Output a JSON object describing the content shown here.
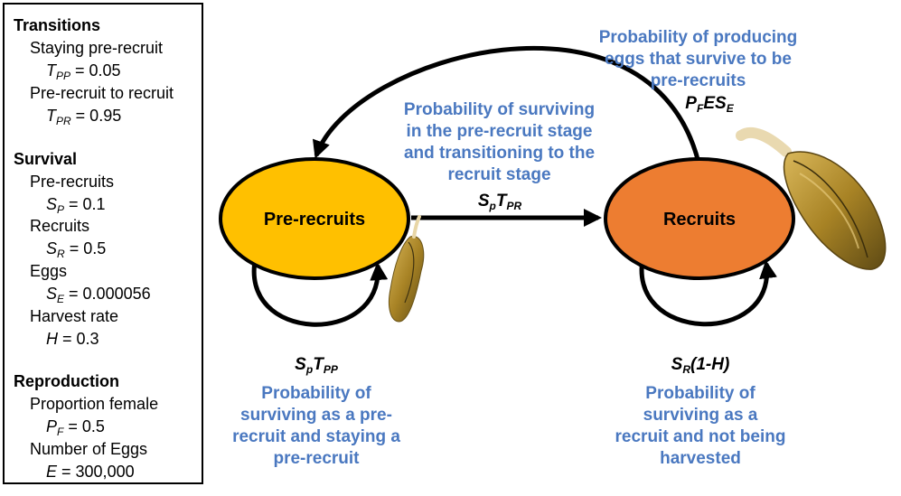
{
  "parameters": {
    "transitions": {
      "heading": "Transitions",
      "staying_label": "Staying pre-recruit",
      "staying_eq": {
        "sym": "T",
        "sub": "PP",
        "rest": " = 0.05"
      },
      "to_recruit_label": "Pre-recruit to recruit",
      "to_recruit_eq": {
        "sym": "T",
        "sub": "PR",
        "rest": " = 0.95"
      }
    },
    "survival": {
      "heading": "Survival",
      "prerecruits_label": "Pre-recruits",
      "prerecruits_eq": {
        "sym": "S",
        "sub": "P",
        "rest": " = 0.1"
      },
      "recruits_label": "Recruits",
      "recruits_eq": {
        "sym": "S",
        "sub": "R",
        "rest": " = 0.5"
      },
      "eggs_label": "Eggs",
      "eggs_eq": {
        "sym": "S",
        "sub": "E",
        "rest": " = 0.000056"
      },
      "harvest_label": "Harvest rate",
      "harvest_eq": {
        "sym": "H",
        "rest": " = 0.3"
      }
    },
    "reproduction": {
      "heading": "Reproduction",
      "female_label": "Proportion female",
      "female_eq": {
        "sym": "P",
        "sub": "F",
        "rest": " = 0.5"
      },
      "eggs_label": "Number of Eggs",
      "eggs_eq": {
        "sym": "E",
        "rest": " = 300,000"
      }
    }
  },
  "nodes": {
    "prerecruits": {
      "label": "Pre-recruits",
      "color": "#FFC000"
    },
    "recruits": {
      "label": "Recruits",
      "color": "#ED7D31"
    }
  },
  "edges": {
    "reproduction": {
      "description": [
        "Probability of producing",
        "eggs that survive to be",
        "pre-recruits"
      ],
      "formula": {
        "a": "P",
        "a_sub": "F",
        "b": "ES",
        "b_sub": "E"
      }
    },
    "transition": {
      "description": [
        "Probability of surviving",
        "in the pre-recruit stage",
        "and transitioning to the",
        "recruit stage"
      ],
      "formula": {
        "a": "S",
        "a_sub": "p",
        "b": "T",
        "b_sub": "PR"
      }
    },
    "stay": {
      "description": [
        "Probability of",
        "surviving as a pre-",
        "recruit and staying a",
        "pre-recruit"
      ],
      "formula": {
        "a": "S",
        "a_sub": "p",
        "b": "T",
        "b_sub": "PP"
      }
    },
    "survive_recruit": {
      "description": [
        "Probability of",
        "surviving as a",
        "recruit and not being",
        "harvested"
      ],
      "formula": {
        "a": "S",
        "a_sub": "R",
        "b": "(1-H)",
        "b_sub": ""
      }
    }
  },
  "colors": {
    "description_text": "#4A78C0",
    "clam_shell": "#B08A2E"
  }
}
